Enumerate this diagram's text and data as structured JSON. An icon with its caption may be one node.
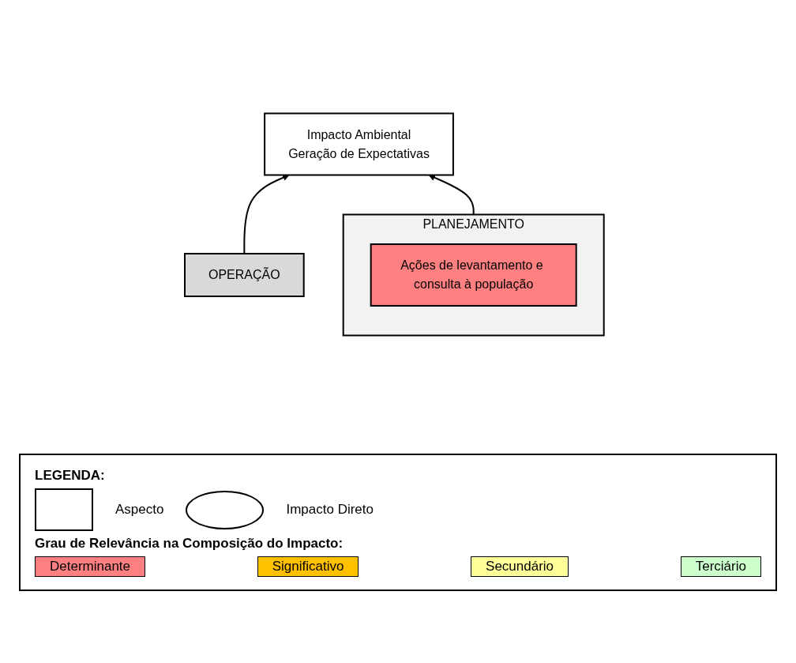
{
  "diagram": {
    "nodes": [
      {
        "text": [
          "Impacto Ambiental",
          "Geração de Expectativas"
        ]
      },
      {
        "text": [
          "OPERAÇÃO"
        ]
      },
      {
        "text": [
          "PLANEJAMENTO"
        ]
      },
      {
        "text": [
          "Ações de levantamento e consulta à população"
        ],
        "in": 2
      }
    ],
    "edges": [
      {
        "from": 1,
        "to": 0,
        "arrow": "to"
      },
      {
        "from": 2,
        "to": 0,
        "arrow": "to"
      }
    ],
    "labels": [
      "LEGENDA:",
      "Grau de Relevância na Composição do Impacto:"
    ],
    "legend": [
      {
        "text": "Aspecto"
      },
      {
        "text": "Impacto Direto"
      },
      {
        "text": "Determinante",
        "color": "#ff8080"
      },
      {
        "text": "Significativo",
        "color": "#ffc000"
      },
      {
        "text": "Secundário",
        "color": "#ffff99"
      },
      {
        "text": "Terciário",
        "color": "#ccffcc"
      }
    ]
  }
}
